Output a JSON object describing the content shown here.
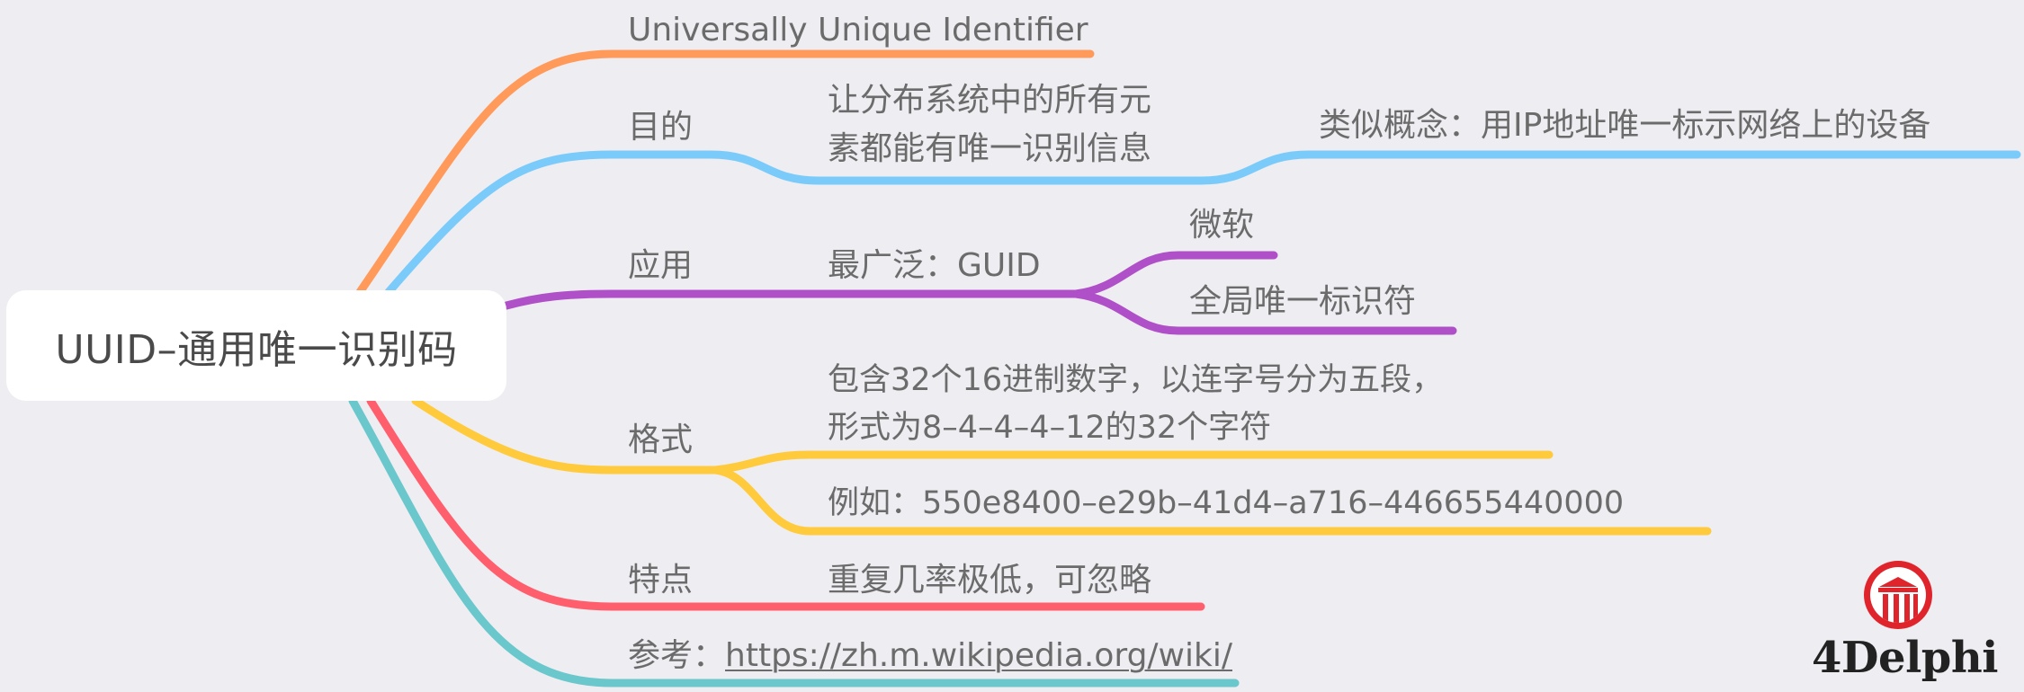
{
  "root": {
    "label": "UUID–通用唯一识别码"
  },
  "colors": {
    "background": "#eeedf2",
    "orange": "#FF9A5A",
    "blue": "#7ACBFA",
    "purple": "#B050C8",
    "yellow": "#FFCB3D",
    "red": "#FF5E6C",
    "teal": "#6AC8CC",
    "text": "#6b6b6b"
  },
  "branches": {
    "full_name": {
      "label": "Universally Unique Identifier"
    },
    "purpose": {
      "label": "目的",
      "detail_line1": "让分布系统中的所有元",
      "detail_line2": "素都能有唯一识别信息",
      "similar": "类似概念：用IP地址唯一标示网络上的设备"
    },
    "application": {
      "label": "应用",
      "widest": "最广泛：GUID",
      "children": [
        "微软",
        "全局唯一标识符"
      ]
    },
    "format": {
      "label": "格式",
      "desc_line1": "包含32个16进制数字，以连字号分为五段，",
      "desc_line2": "形式为8–4–4–4–12的32个字符",
      "example": "例如：550e8400–e29b–41d4–a716–446655440000"
    },
    "feature": {
      "label": "特点",
      "detail": "重复几率极低，可忽略"
    },
    "reference": {
      "label": "参考：",
      "link": "https://zh.m.wikipedia.org/wiki/"
    }
  },
  "logo": {
    "brand": "4Delphi",
    "icon": "temple-pillar-icon"
  }
}
